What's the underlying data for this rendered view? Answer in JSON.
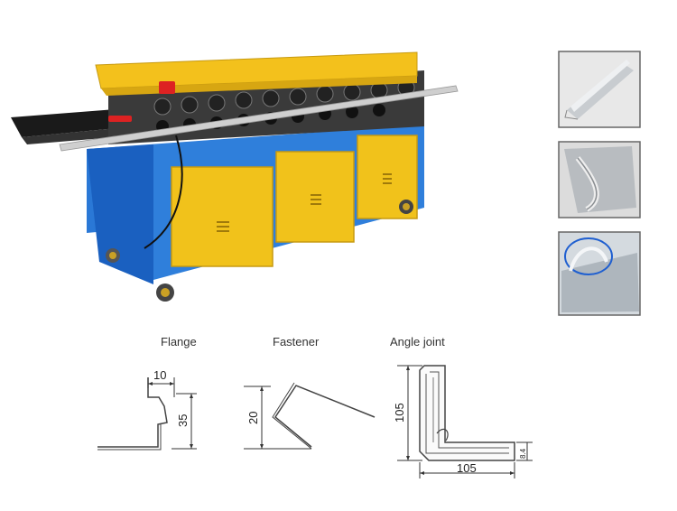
{
  "profiles": [
    {
      "title": "Flange",
      "dims": [
        "10",
        "35"
      ]
    },
    {
      "title": "Fastener",
      "dims": [
        "20"
      ]
    },
    {
      "title": "Angle joint",
      "dims": [
        "105",
        "105",
        "8.4"
      ]
    }
  ],
  "colors": {
    "machine_blue": "#1f6fd1",
    "panel_yellow": "#f0c21a",
    "top_yellow": "#f2c01c",
    "roller_dark": "#2a2a2a",
    "photo_bg": "#f4f4f4"
  }
}
